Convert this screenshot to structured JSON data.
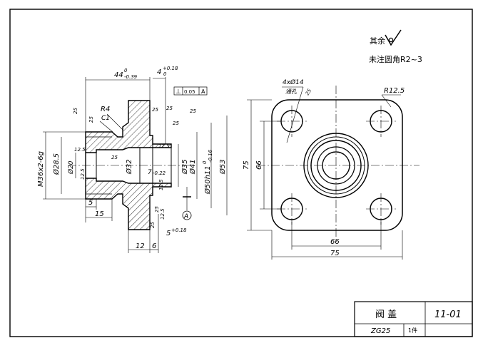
{
  "notes": {
    "rest_label": "其余",
    "fillet_note": "未注圆角R2~3"
  },
  "dims": {
    "len44": "44",
    "tol44_up": "0",
    "tol44_dn": "-0.39",
    "len4": "4",
    "tol4": "+0.18",
    "len4_zero": "0",
    "perp_sym": "⊥",
    "perp_val": "0.05",
    "perp_ref": "A",
    "r4": "R4",
    "c1": "C1",
    "m36": "M36x2-6g",
    "d28": "Ø28.5",
    "d20": "Ø20",
    "d32": "Ø32",
    "d35": "Ø35",
    "d41": "Ø41",
    "d50": "Ø50h11",
    "d50_tol_up": "0",
    "d50_tol_dn": "-0.16",
    "d53": "Ø53",
    "len7": "7",
    "len7_tol": "-0.22",
    "len5": "5",
    "len15": "15",
    "len12": "12",
    "len6": "6",
    "len5b": "5",
    "len5b_tol": "+0.18",
    "datum_a": "A",
    "holes": "4xØ14",
    "thru": "通孔",
    "r125": "R12.5",
    "dim75v": "75",
    "dim66v": "66",
    "dim66h": "66",
    "dim75h": "75"
  },
  "roughness": {
    "r25": "25",
    "r125": "12.5",
    "r25b": "25"
  },
  "title_block": {
    "part_name": "阀  盖",
    "drawing_no": "11-01",
    "material": "ZG25",
    "quantity": "1件"
  }
}
